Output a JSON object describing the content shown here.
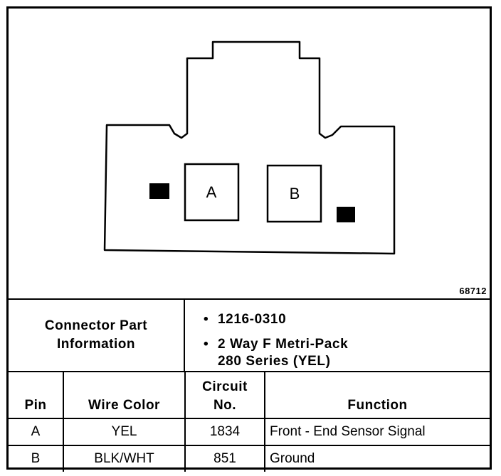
{
  "figure_id": "68712",
  "connector": {
    "pin_labels": [
      "A",
      "B"
    ]
  },
  "info": {
    "label_line1": "Connector Part",
    "label_line2": "Information",
    "bullet_symbol": "•",
    "item1": "1216-0310",
    "item2_line1": "2 Way F Metri-Pack",
    "item2_line2": "280 Series (YEL)"
  },
  "table": {
    "headers": {
      "pin": "Pin",
      "wire_color": "Wire Color",
      "circuit_line1": "Circuit",
      "circuit_line2": "No.",
      "function": "Function"
    },
    "rows": [
      {
        "pin": "A",
        "wire_color": "YEL",
        "circuit": "1834",
        "function": "Front - End Sensor Signal"
      },
      {
        "pin": "B",
        "wire_color": "BLK/WHT",
        "circuit": "851",
        "function": "Ground"
      }
    ]
  }
}
